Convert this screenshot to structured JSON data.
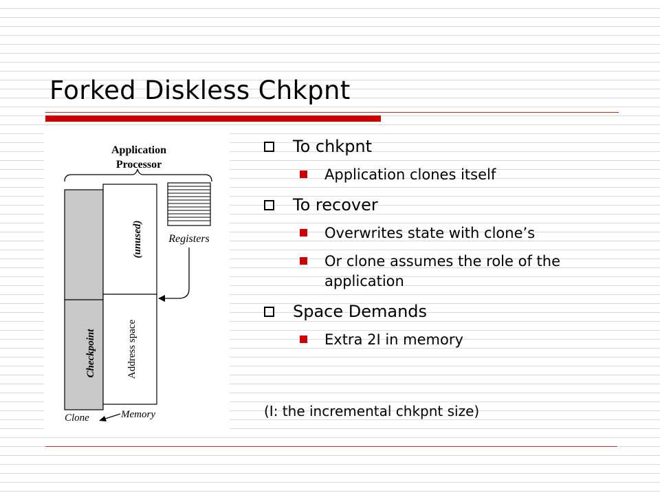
{
  "slide": {
    "title": "Forked Diskless Chkpnt",
    "figure": {
      "label_line1": "Application",
      "label_line2": "Processor",
      "unused": "(unused)",
      "registers": "Registers",
      "checkpoint": "Checkpoint",
      "address_space": "Address space",
      "clone": "Clone",
      "memory": "Memory"
    },
    "bullets": [
      {
        "text": "To chkpnt",
        "children": [
          "Application clones itself"
        ]
      },
      {
        "text": "To recover",
        "children": [
          "Overwrites state with clone’s",
          "Or clone assumes the role of the application"
        ]
      },
      {
        "text": "Space Demands",
        "children": [
          "Extra 2I in memory"
        ]
      }
    ],
    "footnote": "(I: the incremental chkpnt size)"
  },
  "colors": {
    "accent": "#cc0000",
    "clone_fill": "#c8c8c8"
  }
}
